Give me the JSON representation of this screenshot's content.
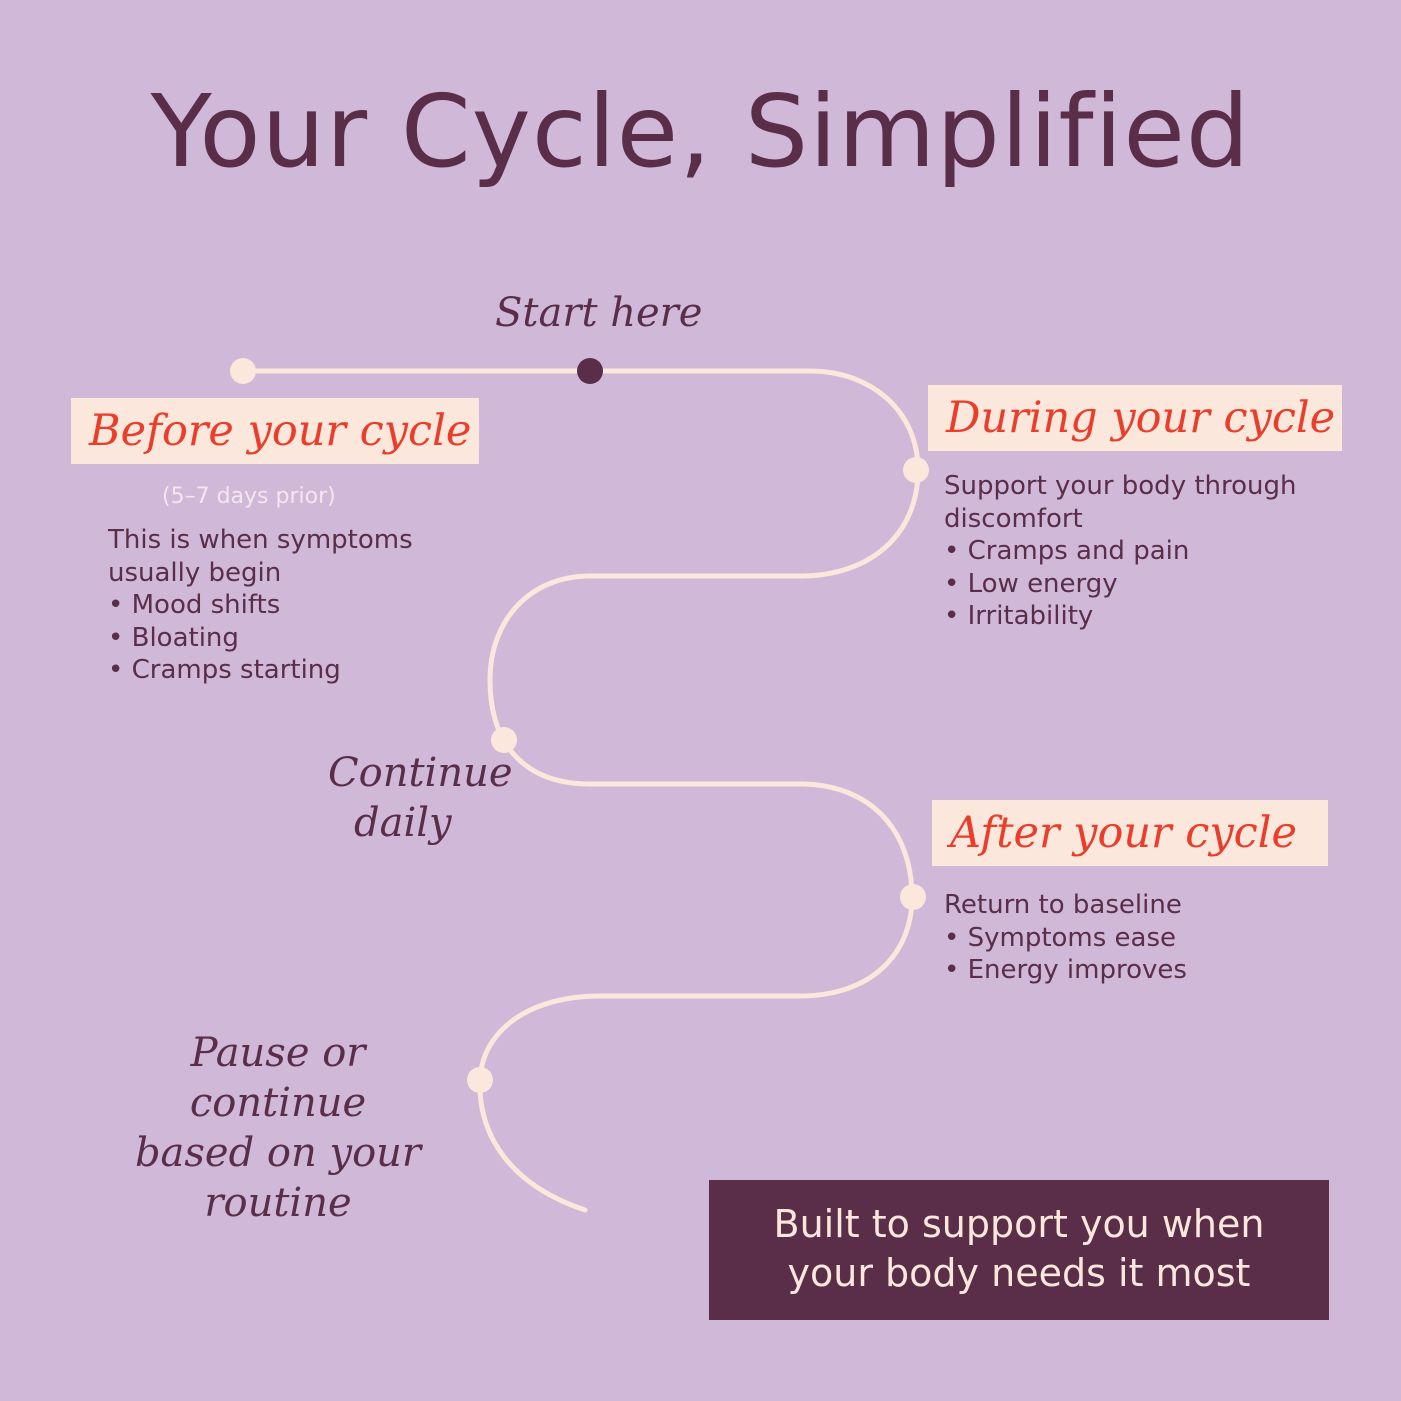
{
  "title": "Your Cycle, Simplified",
  "markers": {
    "start": "Start here",
    "continue_lines": [
      "Continue",
      "daily"
    ],
    "pause_lines": [
      "Pause or continue",
      "based on your",
      "routine"
    ]
  },
  "before": {
    "heading": "Before your cycle",
    "note": "(5–7 days prior)",
    "lines": [
      "This is when symptoms",
      "usually begin",
      "• Mood shifts",
      "• Bloating",
      "• Cramps starting"
    ]
  },
  "during": {
    "heading": "During your cycle",
    "lines": [
      "Support your body through",
      "discomfort",
      "• Cramps and pain",
      "• Low energy",
      "• Irritability"
    ]
  },
  "after": {
    "heading": "After your cycle",
    "lines": [
      "Return to baseline",
      "• Symptoms ease",
      "• Energy improves"
    ]
  },
  "footer": {
    "lines": [
      "Built to support you when",
      "your body needs it most"
    ]
  },
  "colors": {
    "background": "#d0b8d8",
    "plum": "#5a2e48",
    "cream": "#fbe7dc",
    "accent": "#ea3d2a"
  }
}
